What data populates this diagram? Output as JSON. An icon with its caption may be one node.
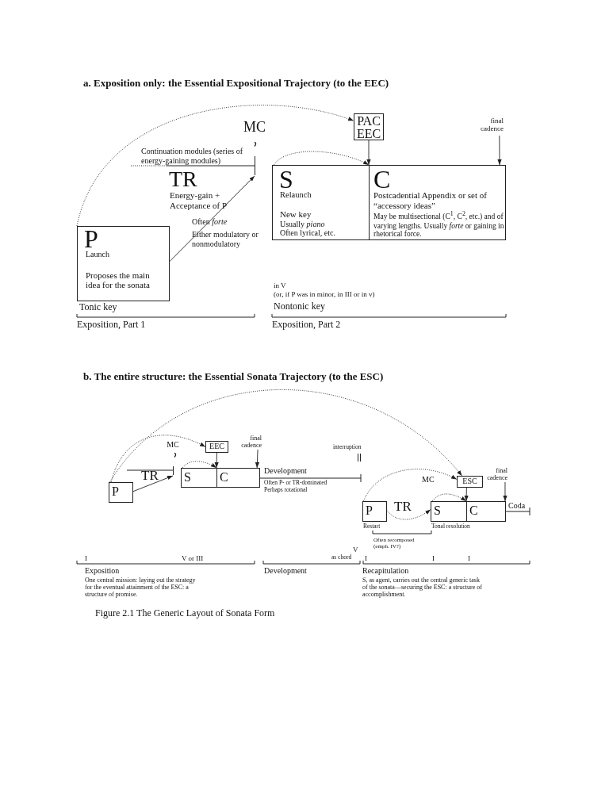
{
  "diagram": {
    "caption": "Figure 2.1 The Generic Layout of Sonata Form",
    "nodes": [
      {
        "text": [
          "P",
          "Launch",
          "Proposes the main idea for the sonata"
        ]
      },
      {
        "text": [
          "MC"
        ]
      },
      {
        "text": [
          "PAC EEC"
        ]
      },
      {
        "text": [
          "S",
          "Relaunch",
          "New key",
          "Usually *piano*",
          "Often lyrical, etc."
        ]
      },
      {
        "text": [
          "C",
          "Postcadential Appendix or set of “accessory ideas”",
          "May be multisectional (C$^{1}$, C$^{2}$, etc.) and of varying lengths. Usually *forte* or gaining in rhetorical force."
        ]
      },
      {
        "text": [
          "final cadence"
        ]
      },
      {
        "text": [
          "P"
        ]
      },
      {
        "text": [
          "MC"
        ]
      },
      {
        "text": [
          "EEC"
        ]
      },
      {
        "text": [
          "final cadence"
        ]
      },
      {
        "text": [
          "S"
        ]
      },
      {
        "text": [
          "C"
        ]
      },
      {
        "text": [
          "P"
        ],
        "beside": [
          "Restart"
        ]
      },
      {
        "text": [
          "ESC"
        ]
      },
      {
        "text": [
          "final cadence"
        ]
      },
      {
        "text": [
          "S"
        ],
        "beside": [
          "Tonal resolution"
        ]
      },
      {
        "text": [
          "C"
        ]
      }
    ],
    "edges": [
      {
        "from": 0,
        "to": 1,
        "arrow": "to"
      },
      {
        "from": 0,
        "to": 2,
        "arrow": "to",
        "style": "dashed"
      },
      {
        "from": 3,
        "to": 4,
        "arrow": "to",
        "style": "dashed"
      },
      {
        "from": 2,
        "to": 4,
        "arrow": "to"
      },
      {
        "from": 5,
        "to": 4,
        "arrow": "to"
      },
      {
        "from": 6,
        "to": 7,
        "arrow": "to"
      },
      {
        "from": 6,
        "to": 8,
        "arrow": "to",
        "style": "dashed"
      },
      {
        "from": 6,
        "to": 13,
        "arrow": "to",
        "style": "dashed"
      },
      {
        "from": 10,
        "to": 11,
        "arrow": "to",
        "style": "dashed"
      },
      {
        "from": 8,
        "to": 11,
        "arrow": "to"
      },
      {
        "from": 9,
        "to": 11,
        "arrow": "to"
      },
      {
        "from": 12,
        "to": 13,
        "arrow": "to",
        "style": "dashed"
      },
      {
        "from": 12,
        "to": 15,
        "arrow": "to",
        "style": "dashed"
      },
      {
        "from": 15,
        "to": 16,
        "arrow": "to",
        "style": "dashed"
      },
      {
        "from": 13,
        "to": 16,
        "arrow": "to"
      },
      {
        "from": 14,
        "to": 16,
        "arrow": "to"
      }
    ],
    "labels": [
      "a. Exposition only: the Essential Expositional Trajectory (to the EEC)",
      "Continuation modules (series of energy-gaining modules)",
      "TR",
      "Energy-gain + Acceptance of P",
      "Often *forte*",
      "Either modulatory or nonmodulatory",
      "in V",
      "(or, if P was in minor, in III or in v)",
      "Tonic key",
      "Nontonic key",
      "Exposition, Part 1",
      "Exposition, Part 2",
      "b. The entire structure: the Essential Sonata Trajectory (to the ESC)",
      "TR",
      "Development",
      "Often P- or TR-dominated",
      "Perhaps rotational",
      "interruption",
      "MC",
      "TR",
      "Coda",
      "Often recomposed (emph. IV?)",
      "I",
      "V or III",
      "V",
      "as chord",
      "I",
      "I",
      "I",
      "Exposition",
      "One central mission: laying out the strategy for the eventual attainment of the ESC: a structure of promise.",
      "Development",
      "Recapitulation",
      "S, as agent, carries out the central generic task of the sonata—securing the ESC: a structure of accomplishment."
    ]
  }
}
